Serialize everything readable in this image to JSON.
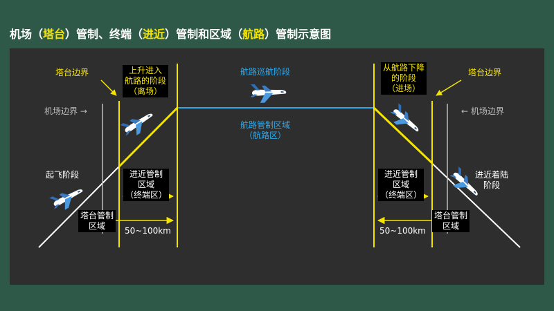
{
  "title": {
    "p1": "机场（",
    "h1": "塔台",
    "p2": "）管制、终端（",
    "h2": "进近",
    "p3": "）管制和区域（",
    "h3": "航路",
    "p4": "）管制示意图"
  },
  "labels": {
    "tower_boundary_left": "塔台边界",
    "tower_boundary_right": "塔台边界",
    "airport_boundary_left": "机场边界 →",
    "airport_boundary_right": "← 机场边界",
    "departure_phase": [
      "上升进入",
      "航路的阶段",
      "（离场）"
    ],
    "arrival_phase": [
      "从航路下降",
      "的阶段",
      "（进场）"
    ],
    "cruise_phase": "航路巡航阶段",
    "area_control": [
      "航路管制区域",
      "（航路区）"
    ],
    "takeoff_phase": "起飞阶段",
    "landing_phase": [
      "进近着陆",
      "阶段"
    ],
    "approach_left": [
      "进近管制",
      "区域",
      "（终端区）"
    ],
    "approach_right": [
      "进近管制",
      "区域",
      "（终端区）"
    ],
    "tower_left": [
      "塔台管制",
      "区域"
    ],
    "tower_right": [
      "塔台管制",
      "区域"
    ],
    "dist_left": "50~100km",
    "dist_right": "50~100km"
  },
  "colors": {
    "highlight": "#f5e400",
    "route": "#2ea8e8",
    "ground": "#ffffff",
    "airport_boundary": "#bdbdbd"
  },
  "icons": [
    "airplane-icon"
  ]
}
